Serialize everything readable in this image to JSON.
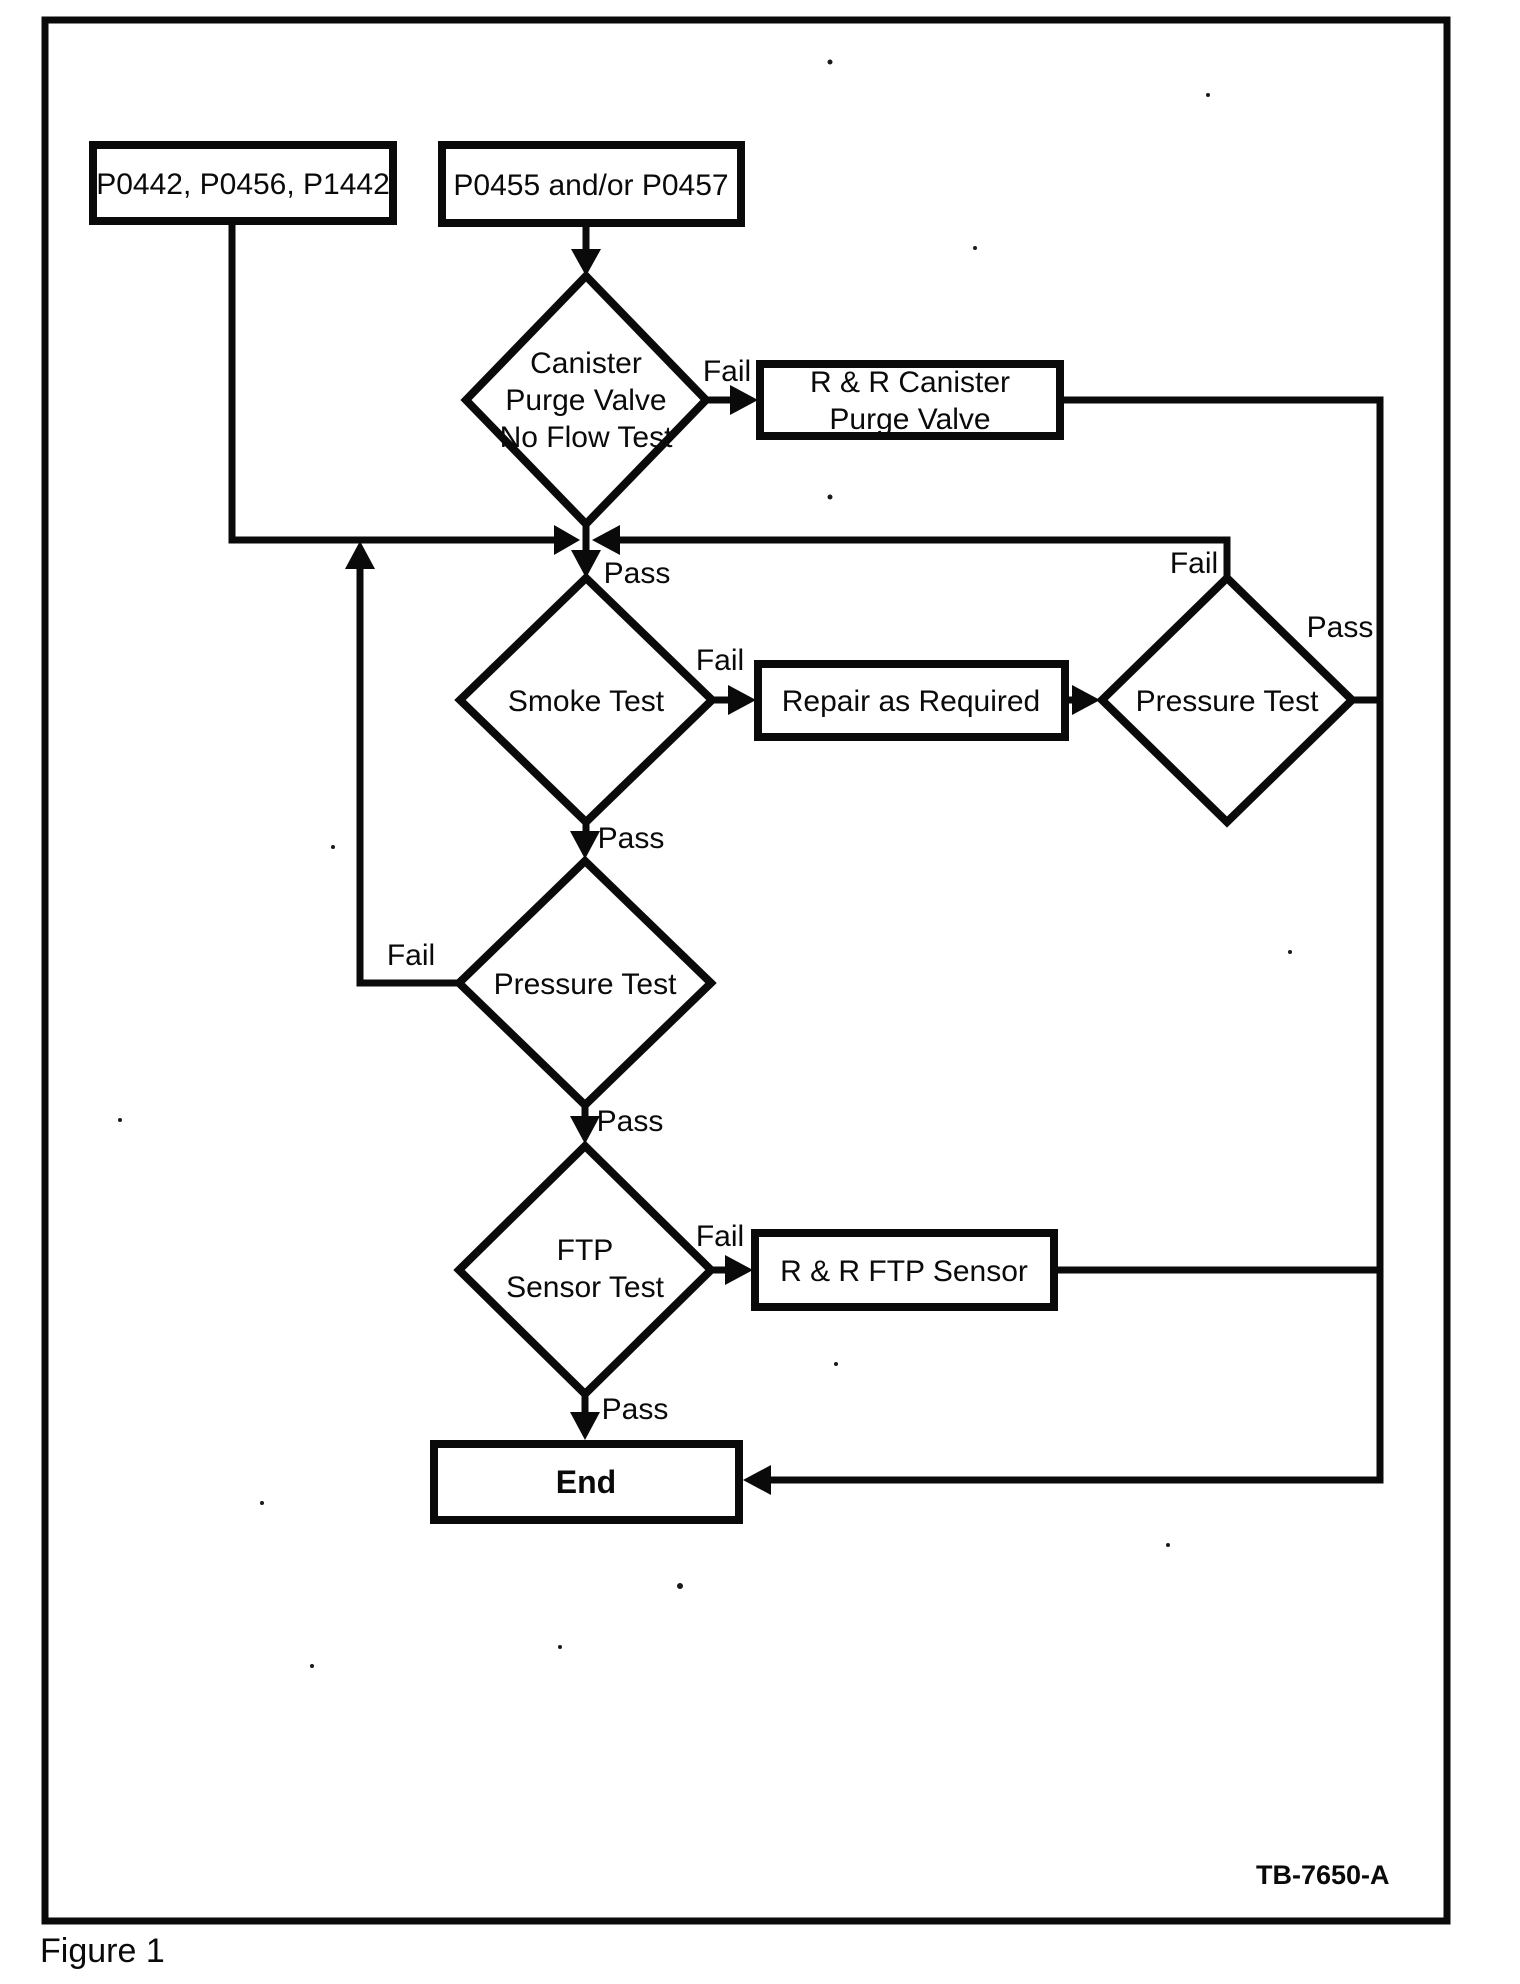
{
  "figure": {
    "caption": "Figure 1",
    "drawing_number": "TB-7650-A"
  },
  "colors": {
    "ink": "#0a0a0a",
    "paper": "#ffffff"
  },
  "nodes": {
    "codes_left": {
      "label": "P0442, P0456, P1442"
    },
    "codes_top": {
      "label": "P0455 and/or P0457"
    },
    "canister_purge_valve_no_flow_test": {
      "lines": [
        "Canister",
        "Purge Valve",
        "No Flow Test"
      ]
    },
    "rr_canister_purge_valve": {
      "lines": [
        "R & R Canister",
        "Purge Valve"
      ]
    },
    "smoke_test": {
      "label": "Smoke Test"
    },
    "repair_as_required": {
      "label": "Repair as Required"
    },
    "pressure_test_right": {
      "label": "Pressure Test"
    },
    "pressure_test_mid": {
      "label": "Pressure Test"
    },
    "ftp_sensor_test": {
      "lines": [
        "FTP",
        "Sensor Test"
      ]
    },
    "rr_ftp_sensor": {
      "label": "R & R FTP Sensor"
    },
    "end": {
      "label": "End"
    }
  },
  "edge_labels": {
    "canister_fail": "Fail",
    "canister_pass": "Pass",
    "smoke_fail": "Fail",
    "smoke_pass": "Pass",
    "pressure_right_fail": "Fail",
    "pressure_right_pass": "Pass",
    "pressure_mid_fail": "Fail",
    "pressure_mid_pass": "Pass",
    "ftp_fail": "Fail",
    "ftp_pass": "Pass"
  }
}
